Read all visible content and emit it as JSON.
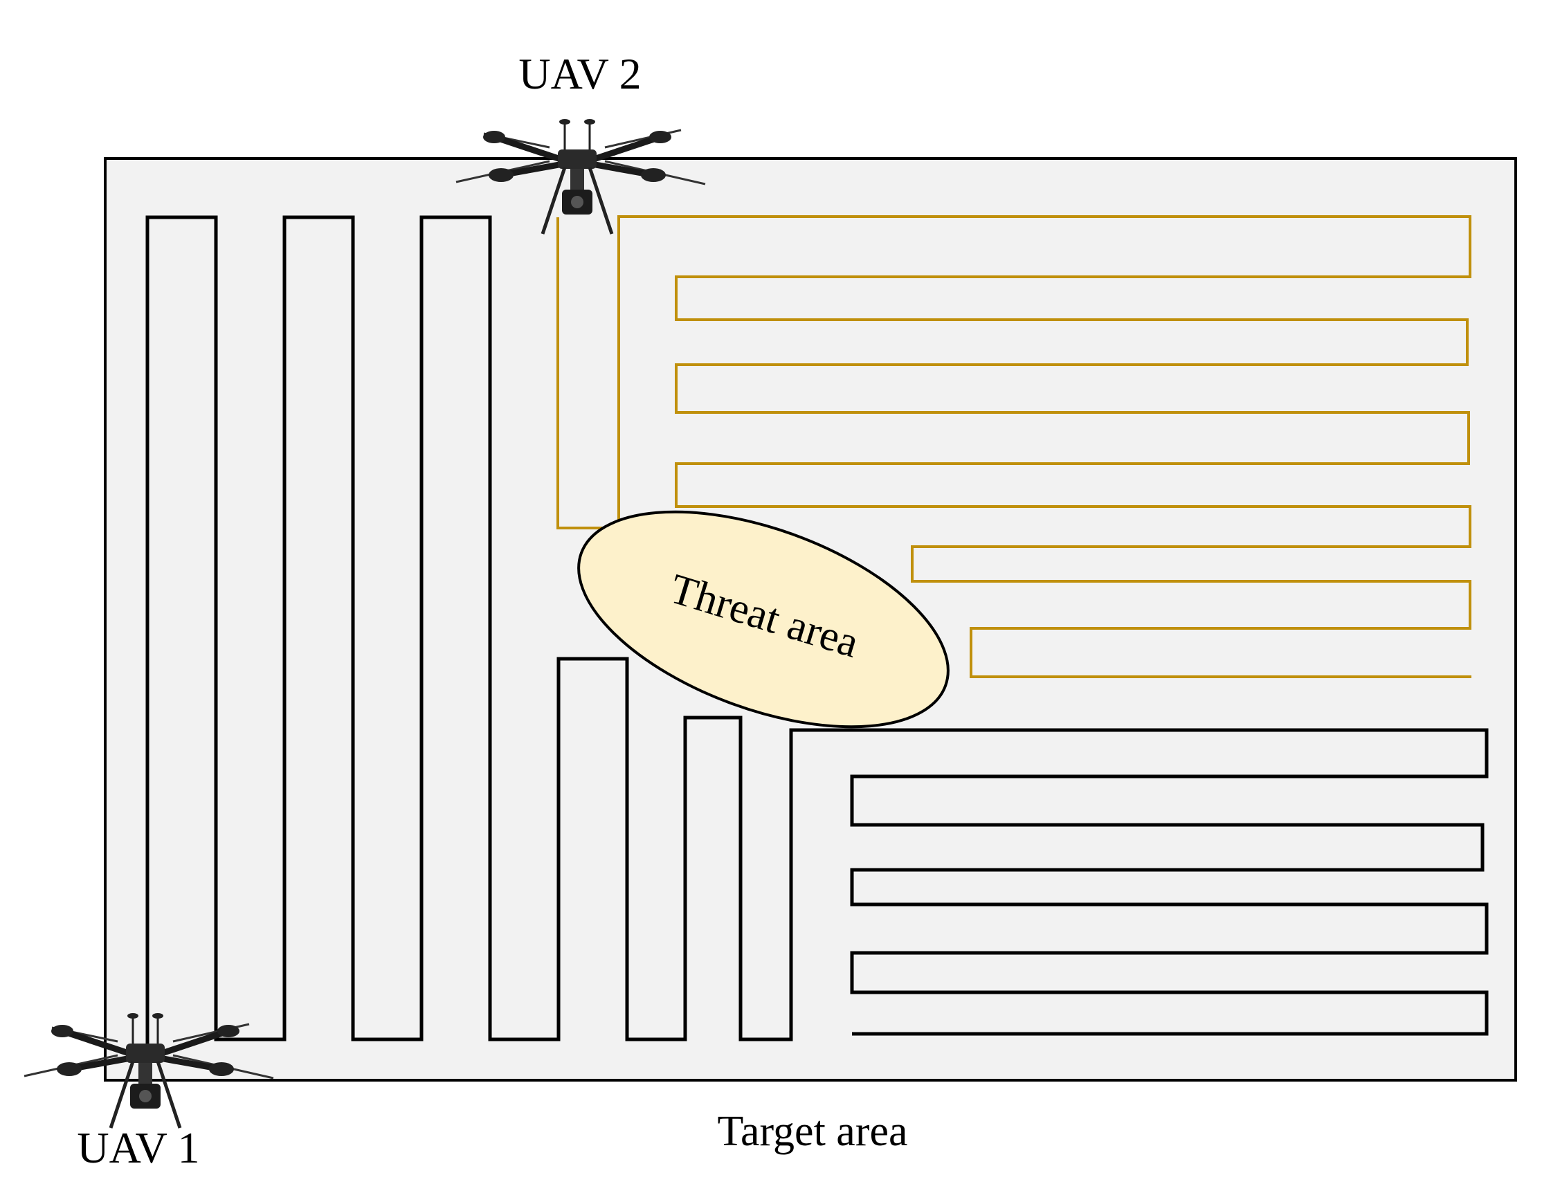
{
  "labels": {
    "uav1": "UAV 1",
    "uav2": "UAV 2",
    "target_area": "Target area",
    "threat_area": "Threat area"
  },
  "colors": {
    "background": "#ffffff",
    "target_fill": "#f2f2f2",
    "uav1_path": "#000000",
    "uav2_path": "#c0900c",
    "threat_fill": "#fdf1cb"
  },
  "icons": {
    "uav": "quadcopter-drone-icon"
  }
}
